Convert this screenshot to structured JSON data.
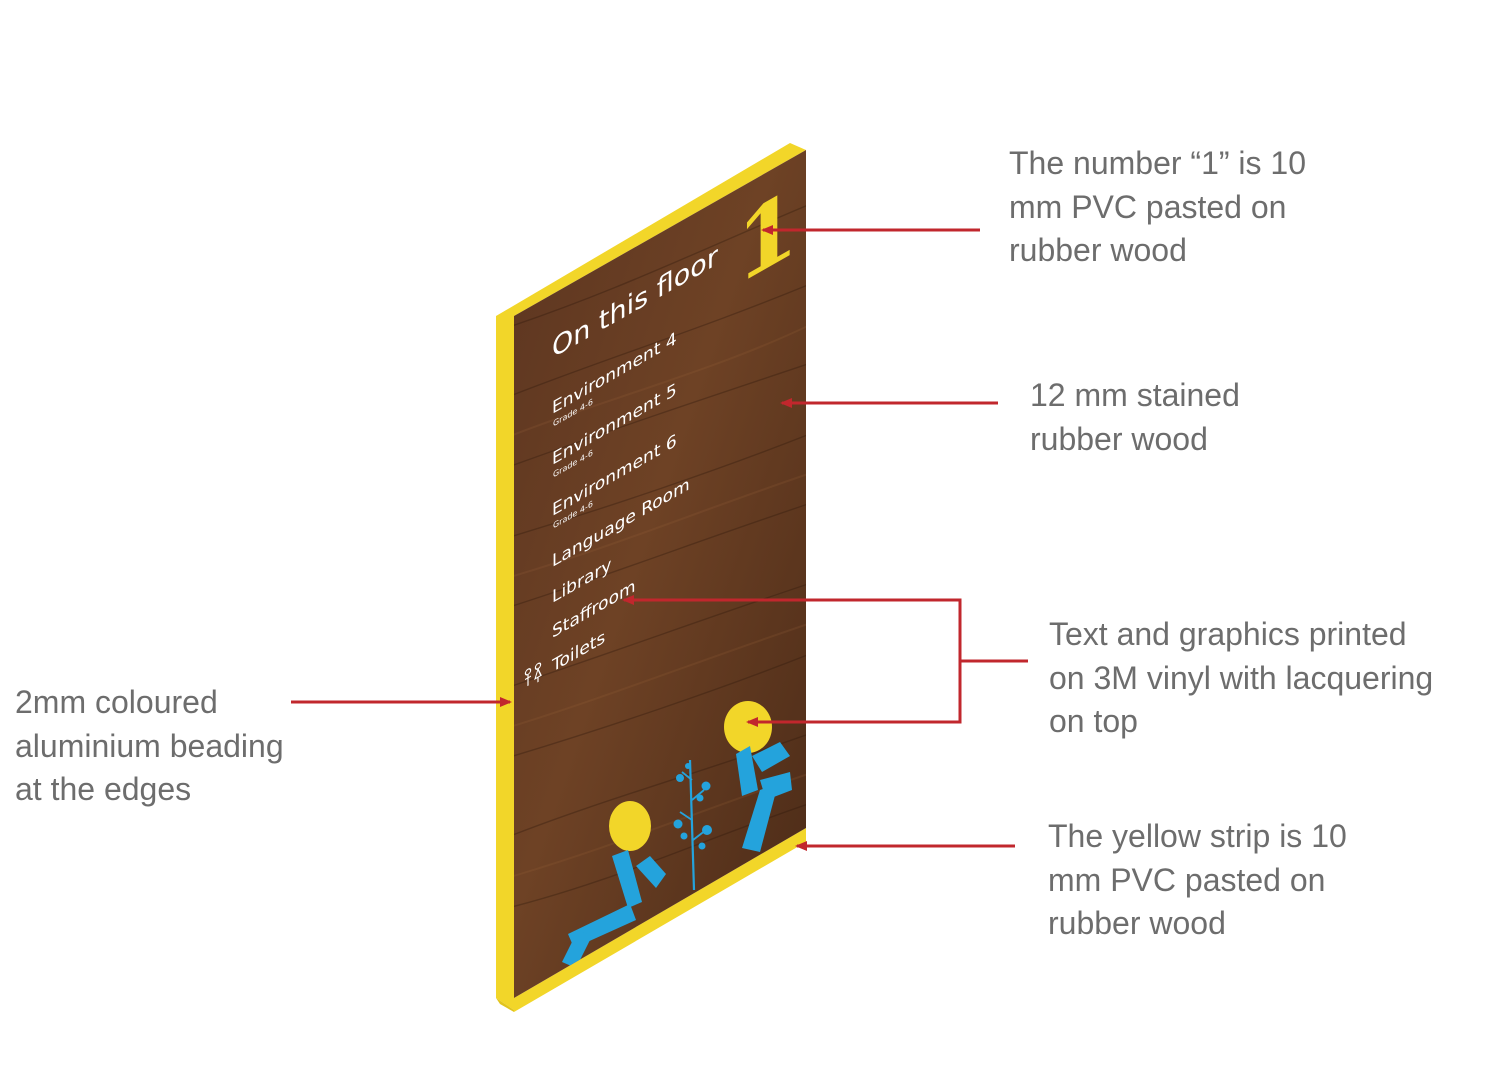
{
  "sign": {
    "floor_number": "1",
    "heading": "On this floor",
    "directory": [
      {
        "name": "Environment 4",
        "grade": "Grade 4-6"
      },
      {
        "name": "Environment 5",
        "grade": "Grade 4-6"
      },
      {
        "name": "Environment 6",
        "grade": "Grade 4-6"
      },
      {
        "name": "Language Room",
        "grade": ""
      },
      {
        "name": "Library",
        "grade": ""
      },
      {
        "name": "Staffroom",
        "grade": ""
      },
      {
        "name": "Toilets",
        "grade": ""
      }
    ],
    "icons": [
      "toilet-icon",
      "child-figure-icon",
      "plant-icon"
    ]
  },
  "callouts": {
    "number": [
      "The number “1” is 10",
      "mm PVC pasted on",
      "rubber wood"
    ],
    "wood": [
      "12 mm stained",
      "rubber wood"
    ],
    "vinyl": [
      "Text and graphics printed",
      "on 3M vinyl with lacquering",
      "on top"
    ],
    "strip": [
      "The yellow strip is 10",
      "mm PVC pasted on",
      "rubber wood"
    ],
    "beading": [
      "2mm coloured",
      "aluminium beading",
      "at the edges"
    ]
  },
  "colors": {
    "beading_yellow": "#f2d629",
    "wood_dark": "#4a2a17",
    "wood_light": "#6b3f22",
    "figure_blue": "#24a3dc",
    "arrow_red": "#c1272d",
    "callout_text": "#6d6d6d"
  }
}
